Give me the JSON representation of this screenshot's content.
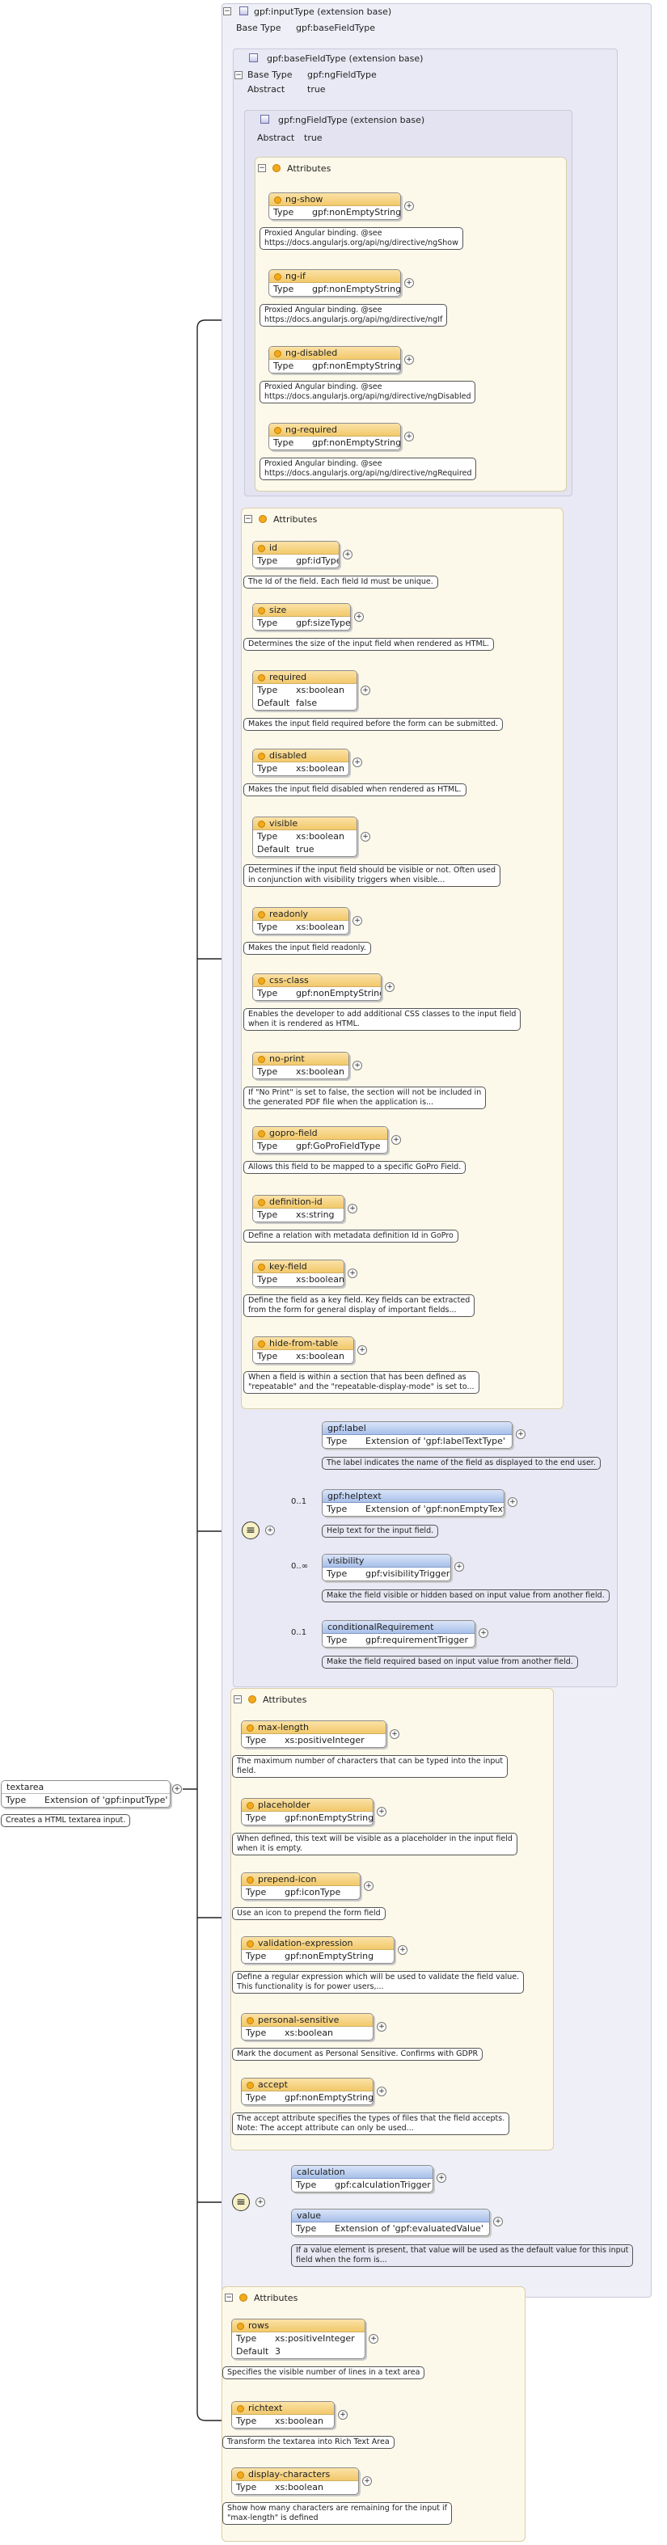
{
  "root": {
    "name": "textarea",
    "type_key": "Type",
    "type_val": "Extension of 'gpf:inputType'",
    "doc": "Creates a HTML textarea input."
  },
  "inputType": {
    "title": "gpf:inputType (extension base)",
    "base_key": "Base Type",
    "base_val": "gpf:baseFieldType"
  },
  "baseFieldType": {
    "title": "gpf:baseFieldType (extension base)",
    "base_key": "Base Type",
    "base_val": "gpf:ngFieldType",
    "abstract_key": "Abstract",
    "abstract_val": "true"
  },
  "ngFieldType": {
    "title": "gpf:ngFieldType (extension base)",
    "abstract_key": "Abstract",
    "abstract_val": "true",
    "attributes_label": "Attributes",
    "attrs": [
      {
        "name": "ng-show",
        "type": "gpf:nonEmptyString",
        "doc": [
          "Proxied Angular binding. @see",
          "https://docs.angularjs.org/api/ng/directive/ngShow"
        ]
      },
      {
        "name": "ng-if",
        "type": "gpf:nonEmptyString",
        "doc": [
          "Proxied Angular binding. @see",
          "https://docs.angularjs.org/api/ng/directive/ngIf"
        ]
      },
      {
        "name": "ng-disabled",
        "type": "gpf:nonEmptyString",
        "doc": [
          "Proxied Angular binding. @see",
          "https://docs.angularjs.org/api/ng/directive/ngDisabled"
        ]
      },
      {
        "name": "ng-required",
        "type": "gpf:nonEmptyString",
        "doc": [
          "Proxied Angular binding. @see",
          "https://docs.angularjs.org/api/ng/directive/ngRequired"
        ]
      }
    ]
  },
  "baseAttrs": {
    "attributes_label": "Attributes",
    "attrs": [
      {
        "name": "id",
        "type": "gpf:idType",
        "doc": [
          "The Id of the field. Each field Id must be unique."
        ]
      },
      {
        "name": "size",
        "type": "gpf:sizeType",
        "doc": [
          "Determines the size of the input field when rendered as HTML."
        ]
      },
      {
        "name": "required",
        "type": "xs:boolean",
        "default": "false",
        "doc": [
          "Makes the input field required before the form can be submitted."
        ]
      },
      {
        "name": "disabled",
        "type": "xs:boolean",
        "doc": [
          "Makes the input field disabled when rendered as HTML."
        ]
      },
      {
        "name": "visible",
        "type": "xs:boolean",
        "default": "true",
        "doc": [
          "Determines if the input field should be visible or not. Often used",
          "in conjunction with visibility triggers when visible..."
        ]
      },
      {
        "name": "readonly",
        "type": "xs:boolean",
        "doc": [
          "Makes the input field readonly."
        ]
      },
      {
        "name": "css-class",
        "type": "gpf:nonEmptyString",
        "doc": [
          "Enables the developer to add additional CSS classes to the input field",
          "when it is rendered as HTML."
        ]
      },
      {
        "name": "no-print",
        "type": "xs:boolean",
        "doc": [
          "If \"No Print\" is set to false, the section will not be included in",
          "the generated PDF file when the application is..."
        ]
      },
      {
        "name": "gopro-field",
        "type": "gpf:GoProFieldType",
        "doc": [
          "Allows this field to be mapped to a specific GoPro Field."
        ]
      },
      {
        "name": "definition-id",
        "type": "xs:string",
        "doc": [
          "Define a relation with metadata definition Id in GoPro"
        ]
      },
      {
        "name": "key-field",
        "type": "xs:boolean",
        "doc": [
          "Define the field as a key field. Key fields can be extracted",
          "from the form for general display of important fields..."
        ]
      },
      {
        "name": "hide-from-table",
        "type": "xs:boolean",
        "doc": [
          "When a field is within a section that has been defined as",
          "\"repeatable\" and the \"repeatable-display-mode\" is set to..."
        ]
      }
    ]
  },
  "baseElems": [
    {
      "name": "gpf:label",
      "card": "",
      "type": "Extension of 'gpf:labelTextType'",
      "doc": "The label indicates the name of the field as displayed to the end user."
    },
    {
      "name": "gpf:helptext",
      "card": "0..1",
      "type": "Extension of 'gpf:nonEmptyText'",
      "doc": "Help text for the input field."
    },
    {
      "name": "visibility",
      "card": "0..∞",
      "type": "gpf:visibilityTrigger",
      "doc": "Make the field visible or hidden based on input value from another field."
    },
    {
      "name": "conditionalRequirement",
      "card": "0..1",
      "type": "gpf:requirementTrigger",
      "doc": "Make the field required based on input value from another field."
    }
  ],
  "inputAttrs": {
    "attributes_label": "Attributes",
    "attrs": [
      {
        "name": "max-length",
        "type": "xs:positiveInteger",
        "doc": [
          "The maximum number of characters that can be typed into the input",
          "field."
        ]
      },
      {
        "name": "placeholder",
        "type": "gpf:nonEmptyString",
        "doc": [
          "When defined, this text will be visible as a placeholder in the input field",
          "when it is empty."
        ]
      },
      {
        "name": "prepend-icon",
        "type": "gpf:iconType",
        "doc": [
          "Use an icon to prepend the form field"
        ]
      },
      {
        "name": "validation-expression",
        "type": "gpf:nonEmptyString",
        "doc": [
          "Define a regular expression which will be used to validate the field value.",
          "This functionality is for power users,..."
        ]
      },
      {
        "name": "personal-sensitive",
        "type": "xs:boolean",
        "doc": [
          "Mark the document as Personal Sensitive. Confirms with GDPR"
        ]
      },
      {
        "name": "accept",
        "type": "gpf:nonEmptyString",
        "doc": [
          "The accept attribute specifies the types of files that the field accepts.",
          "Note: The accept attribute can only be used..."
        ]
      }
    ]
  },
  "inputElems": [
    {
      "name": "calculation",
      "type": "gpf:calculationTrigger",
      "doc": []
    },
    {
      "name": "value",
      "type": "Extension of 'gpf:evaluatedValue'",
      "doc": [
        "If a value element is present, that value will be used as the default value for this input",
        "field when the form is..."
      ]
    }
  ],
  "textareaAttrs": {
    "attributes_label": "Attributes",
    "attrs": [
      {
        "name": "rows",
        "type": "xs:positiveInteger",
        "default": "3",
        "doc": [
          "Specifies the visible number of lines in a text area"
        ]
      },
      {
        "name": "richtext",
        "type": "xs:boolean",
        "doc": [
          "Transform the textarea into Rich Text Area"
        ]
      },
      {
        "name": "display-characters",
        "type": "xs:boolean",
        "doc": [
          "Show how many characters are remaining for the input if",
          "\"max-length\" is defined"
        ]
      }
    ]
  },
  "labels": {
    "type": "Type",
    "default": "Default",
    "seq_symbol": "≡",
    "plus": "+",
    "minus": "−"
  },
  "colors": {
    "attr_header": "#f2c96b",
    "elem_header": "#a9c0ea",
    "group_bg": "#efeff8",
    "attr_bg": "#fdf9ea"
  }
}
